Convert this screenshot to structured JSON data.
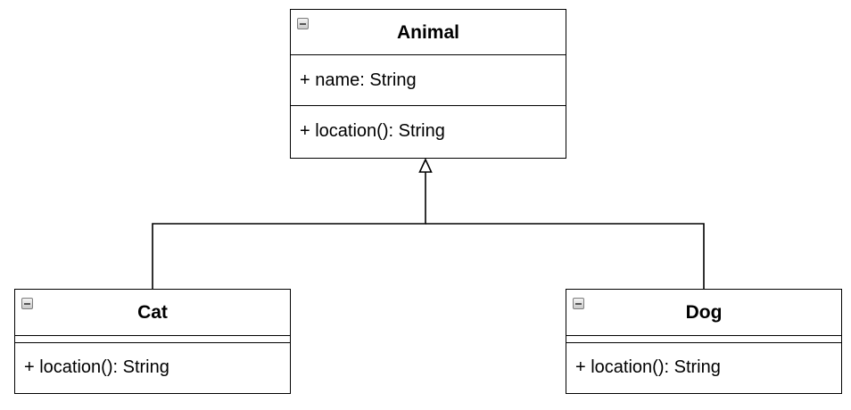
{
  "diagram": {
    "type": "uml-class-diagram",
    "classes": [
      {
        "id": "animal",
        "name": "Animal",
        "attributes": [
          "+ name: String"
        ],
        "operations": [
          "+ location(): String"
        ]
      },
      {
        "id": "cat",
        "name": "Cat",
        "attributes": [],
        "operations": [
          "+ location(): String"
        ]
      },
      {
        "id": "dog",
        "name": "Dog",
        "attributes": [],
        "operations": [
          "+ location(): String"
        ]
      }
    ],
    "relationships": [
      {
        "type": "generalization",
        "from": "cat",
        "to": "animal"
      },
      {
        "type": "generalization",
        "from": "dog",
        "to": "animal"
      }
    ]
  },
  "icons": {
    "collapse": "collapse-minus-icon"
  },
  "colors": {
    "line": "#000000",
    "fill": "#ffffff"
  }
}
